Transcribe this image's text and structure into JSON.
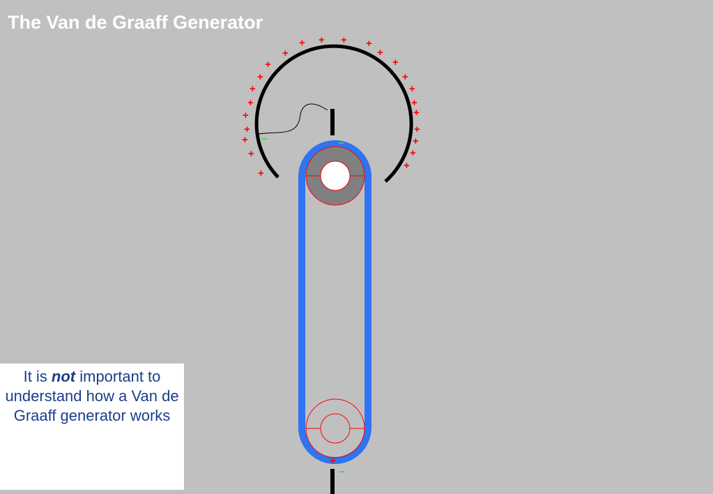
{
  "slide": {
    "title": "The Van de Graaff Generator"
  },
  "note": {
    "prefix": "It is ",
    "emphasis": "not",
    "suffix": " important to understand how a Van de Graaff generator works"
  },
  "diagram": {
    "charge_symbols": {
      "positive": "+",
      "negative": "−"
    },
    "colors": {
      "background": "#c0c0c0",
      "belt": "#2f74f0",
      "dome": "#000000",
      "positive_charge": "#ff0000",
      "negative_charge": "#33dd33",
      "top_roller": "#808080",
      "roller_outline": "#ff0000",
      "note_text": "#1a3e8a"
    }
  }
}
